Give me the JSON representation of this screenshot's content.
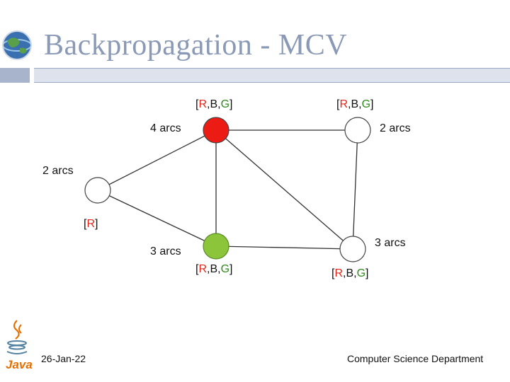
{
  "slide": {
    "title": "Backpropagation - MCV",
    "date": "26-Jan-22",
    "department": "Computer Science Department"
  },
  "nodes": {
    "top_left": {
      "arcs": "4 arcs",
      "domain": [
        "R",
        "B",
        "G"
      ],
      "fill": "#ec1c14"
    },
    "top_right": {
      "arcs": "2 arcs",
      "domain": [
        "R",
        "B",
        "G"
      ],
      "fill": "#ffffff"
    },
    "left": {
      "arcs": "2 arcs",
      "domain": [
        "R"
      ],
      "fill": "#ffffff"
    },
    "bottom_mid": {
      "arcs": "3 arcs",
      "domain": [
        "R",
        "B",
        "G"
      ],
      "fill": "#8cc43a"
    },
    "bottom_right": {
      "arcs": "3 arcs",
      "domain": [
        "R",
        "B",
        "G"
      ],
      "fill": "#ffffff"
    }
  },
  "colors": {
    "R": "#e32417",
    "G": "#2f8a1c",
    "B": "#111111",
    "title": "#8a99b6"
  }
}
